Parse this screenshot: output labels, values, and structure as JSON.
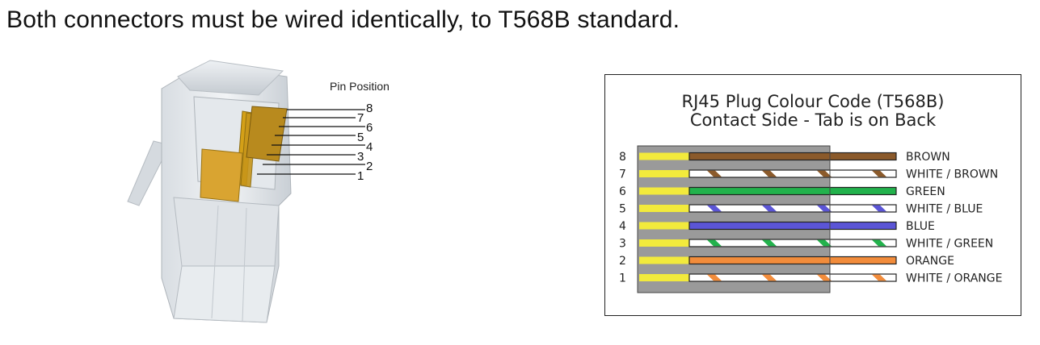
{
  "headline": "Both connectors must be wired identically, to T568B standard.",
  "plug_figure": {
    "pin_position_label": "Pin Position",
    "pin_numbers": [
      "8",
      "7",
      "6",
      "5",
      "4",
      "3",
      "2",
      "1"
    ]
  },
  "colour_code": {
    "title": "RJ45 Plug Colour Code (T568B)",
    "subtitle": "Contact Side - Tab is on Back",
    "rows": [
      {
        "pin": "8",
        "label": "BROWN",
        "color": "#8b5a2b",
        "striped": false
      },
      {
        "pin": "7",
        "label": "WHITE / BROWN",
        "color": "#8b5a2b",
        "striped": true
      },
      {
        "pin": "6",
        "label": "GREEN",
        "color": "#22b24c",
        "striped": false
      },
      {
        "pin": "5",
        "label": "WHITE / BLUE",
        "color": "#5b55d6",
        "striped": true
      },
      {
        "pin": "4",
        "label": "BLUE",
        "color": "#5b55d6",
        "striped": false
      },
      {
        "pin": "3",
        "label": "WHITE / GREEN",
        "color": "#22b24c",
        "striped": true
      },
      {
        "pin": "2",
        "label": "ORANGE",
        "color": "#f28c3b",
        "striped": false
      },
      {
        "pin": "1",
        "label": "WHITE / ORANGE",
        "color": "#f28c3b",
        "striped": true
      }
    ],
    "contact_color": "#f2ea3c",
    "plug_body_color": "#9a9a9a"
  }
}
